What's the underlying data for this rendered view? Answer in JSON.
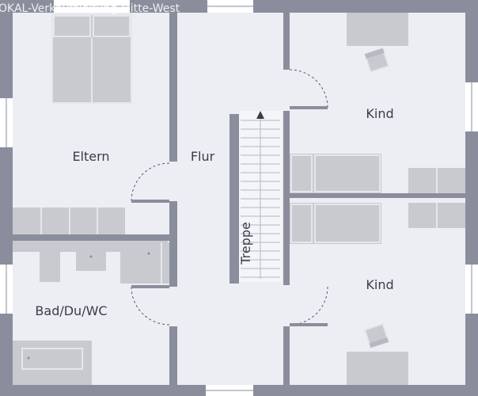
{
  "watermark": "OKAL-Verkaufsleitung Mitte-West",
  "rooms": {
    "eltern": "Eltern",
    "flur": "Flur",
    "kind_top": "Kind",
    "kind_bottom": "Kind",
    "bad": "Bad/Du/WC",
    "treppe": "Treppe"
  },
  "colors": {
    "wall": "#8a8e9c",
    "floor": "#eceef4",
    "furniture": "#c9cad0",
    "furniture_line": "#e6e7ec",
    "stair_line": "#b4b7c2",
    "window": "#ffffff",
    "text": "#3a3d48"
  }
}
